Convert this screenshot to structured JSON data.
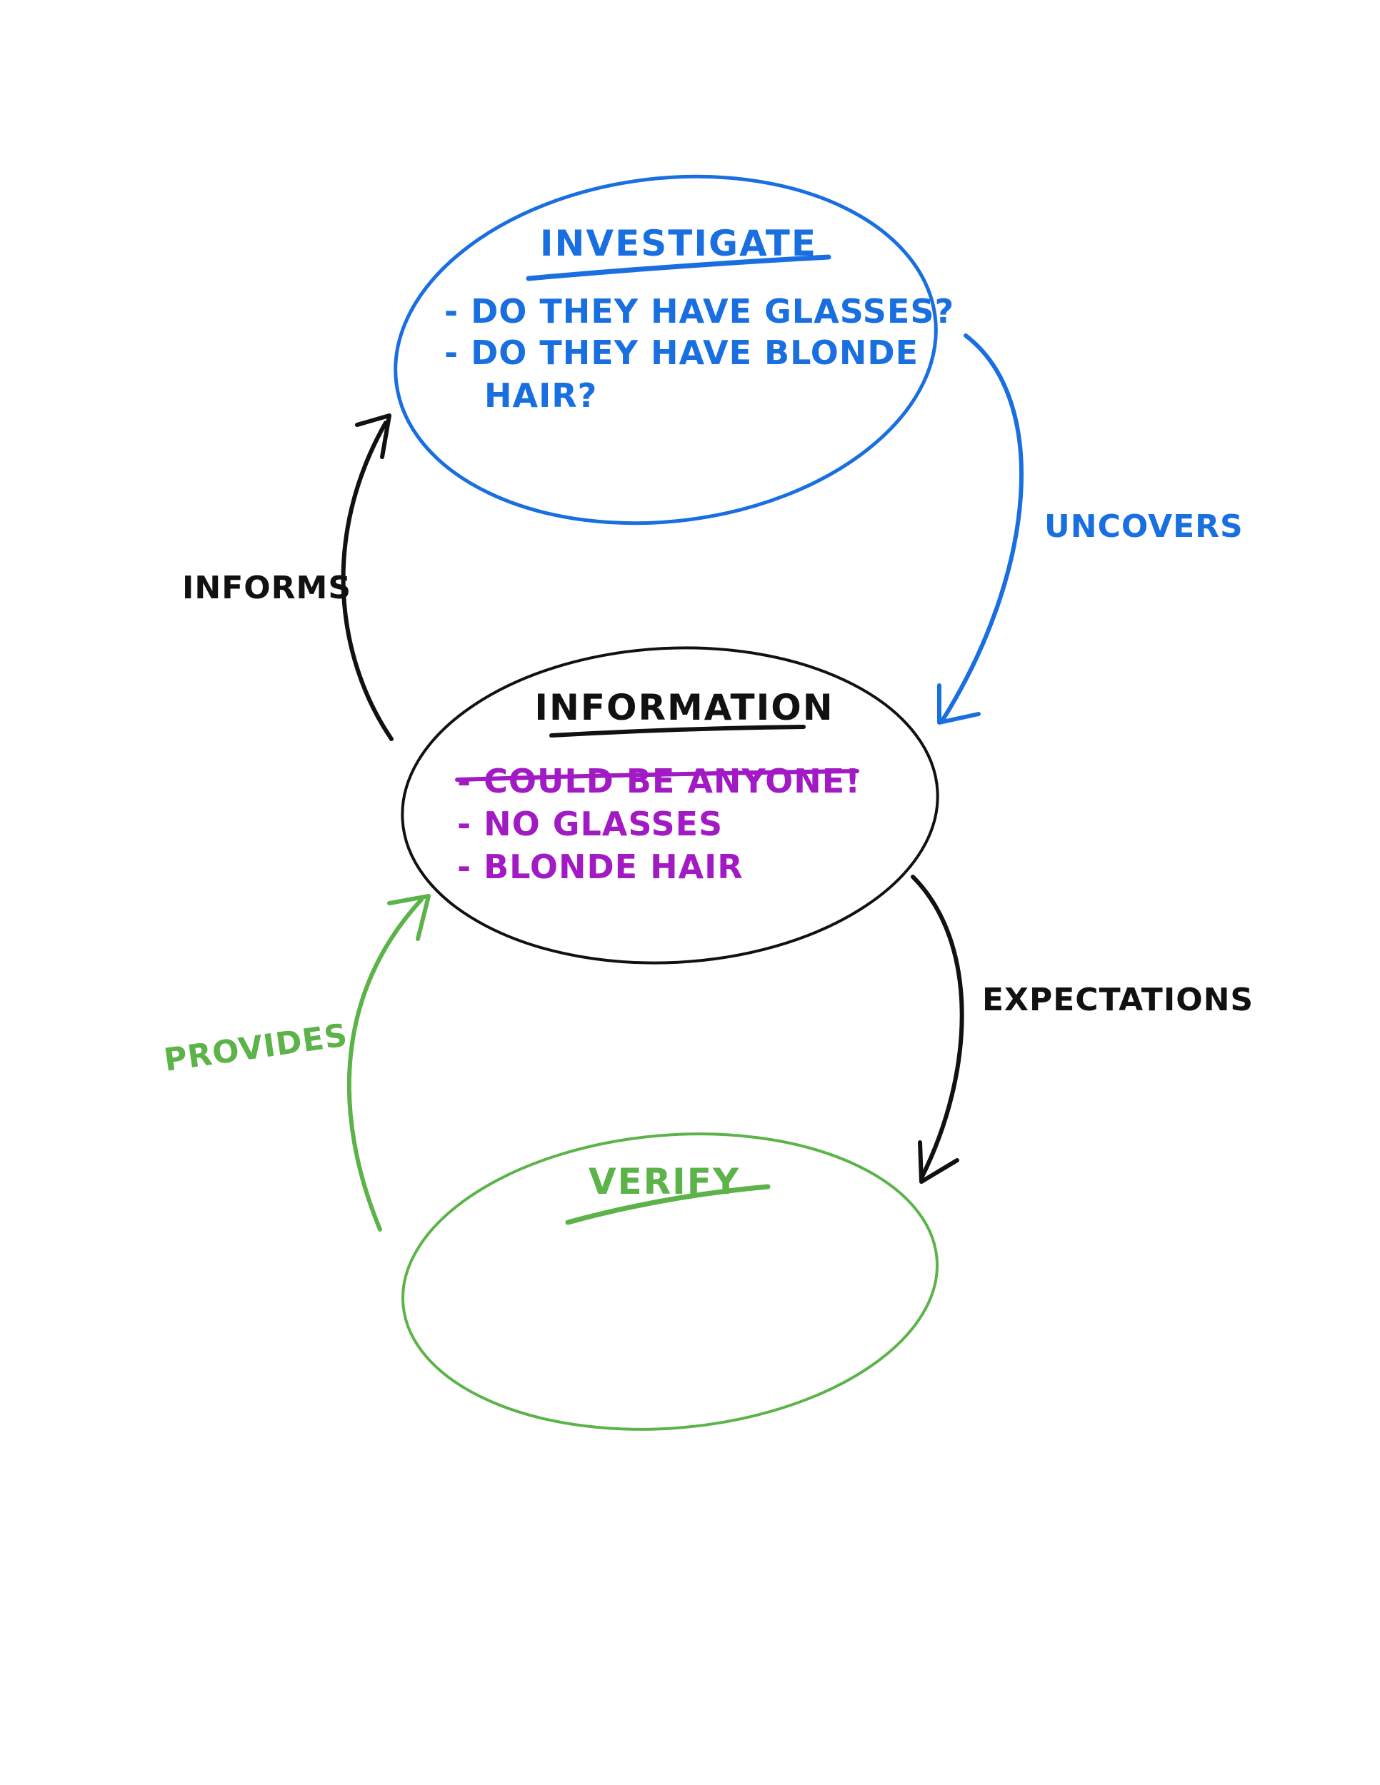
{
  "colors": {
    "investigate": "#1a6fe0",
    "information": "#111111",
    "information_items": "#a21ac4",
    "verify": "#5cb34a",
    "informs": "#111111",
    "uncovers": "#1a6fe0",
    "expectations": "#111111",
    "provides": "#5cb34a",
    "background": "#ffffff"
  },
  "nodes": {
    "investigate": {
      "title": "INVESTIGATE",
      "items": [
        "- DO THEY HAVE GLASSES?",
        "- DO THEY HAVE BLONDE",
        "HAIR?"
      ]
    },
    "information": {
      "title": "INFORMATION",
      "items": [
        "- COULD BE ANYONE!",
        "- NO GLASSES",
        "- BLONDE HAIR"
      ],
      "struck_out": [
        "- COULD BE ANYONE!"
      ]
    },
    "verify": {
      "title": "VERIFY",
      "items": []
    }
  },
  "edges": {
    "informs": {
      "label": "INFORMS",
      "from": "information",
      "to": "investigate"
    },
    "uncovers": {
      "label": "UNCOVERS",
      "from": "investigate",
      "to": "information"
    },
    "expectations": {
      "label": "EXPECTATIONS",
      "from": "information",
      "to": "verify"
    },
    "provides": {
      "label": "PROVIDES",
      "from": "verify",
      "to": "information"
    }
  }
}
